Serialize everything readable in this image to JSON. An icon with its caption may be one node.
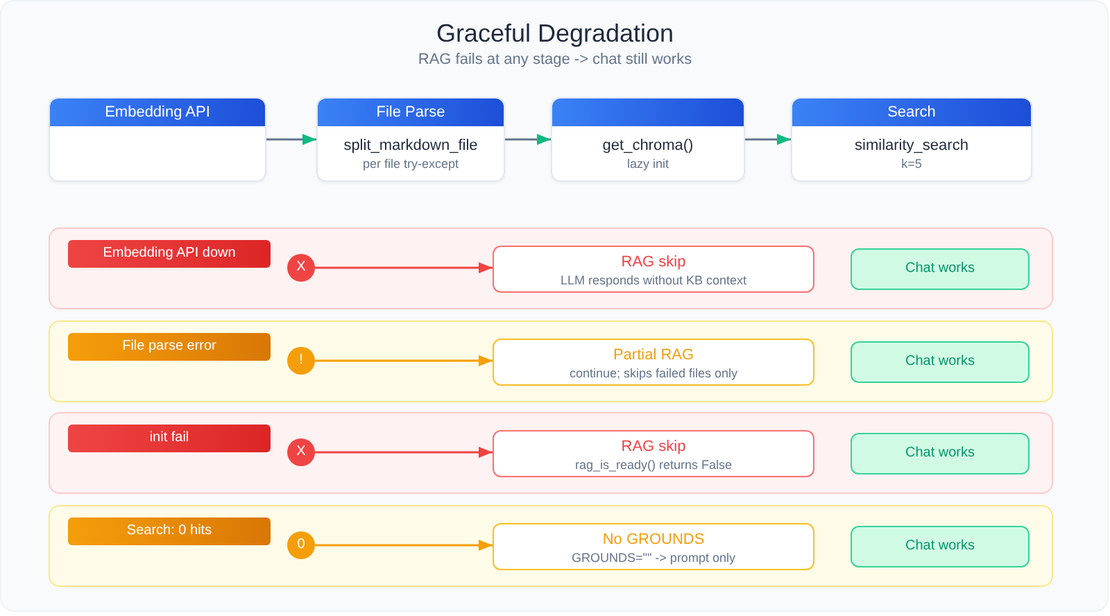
{
  "diagram": {
    "title": "Graceful Degradation",
    "caption": "RAG fails at any stage -> chat still works",
    "nodes": [
      {
        "text": [
          "Embedding API"
        ]
      },
      {
        "text": [
          "File Parse",
          "split_markdown_file",
          "per file try-except"
        ]
      },
      {
        "text": [
          "get_chroma()",
          "lazy init"
        ]
      },
      {
        "text": [
          "Search",
          "similarity_search",
          "k=5"
        ]
      },
      {
        "text": [],
        "shape": "box"
      },
      {
        "text": [
          "Embedding API down"
        ],
        "in": 4
      },
      {
        "text": [
          "X"
        ],
        "in": 4
      },
      {
        "text": [
          "RAG skip",
          "LLM responds without KB context"
        ],
        "in": 4
      },
      {
        "text": [
          "Chat works"
        ],
        "in": 4
      },
      {
        "text": [],
        "shape": "box"
      },
      {
        "text": [
          "File parse error"
        ],
        "in": 9
      },
      {
        "text": [
          "!"
        ],
        "in": 9
      },
      {
        "text": [
          "Partial RAG",
          "continue; skips failed files only"
        ],
        "in": 9
      },
      {
        "text": [
          "Chat works"
        ],
        "in": 9
      },
      {
        "text": [],
        "shape": "box"
      },
      {
        "text": [
          "init fail"
        ],
        "in": 14
      },
      {
        "text": [
          "X"
        ],
        "in": 14
      },
      {
        "text": [
          "RAG skip",
          "rag_is_ready() returns False"
        ],
        "in": 14
      },
      {
        "text": [
          "Chat works"
        ],
        "in": 14
      },
      {
        "text": [],
        "shape": "box"
      },
      {
        "text": [
          "Search: 0 hits"
        ],
        "in": 19
      },
      {
        "text": [
          "0"
        ],
        "in": 19
      },
      {
        "text": [
          "No GROUNDS",
          "GROUNDS=\"\" -> prompt only"
        ],
        "in": 19
      },
      {
        "text": [
          "Chat works"
        ],
        "in": 19
      }
    ],
    "edges": [
      {
        "from": 0,
        "to": 1,
        "arrow": "to"
      },
      {
        "from": 1,
        "to": 2,
        "arrow": "to"
      },
      {
        "from": 2,
        "to": 3,
        "arrow": "to"
      },
      {
        "from": 6,
        "to": 7,
        "arrow": "to",
        "color": "#ef4444"
      },
      {
        "from": 11,
        "to": 12,
        "arrow": "to",
        "color": "#f59e0b"
      },
      {
        "from": 16,
        "to": 17,
        "arrow": "to",
        "color": "#ef4444"
      },
      {
        "from": 21,
        "to": 22,
        "arrow": "to",
        "color": "#f59e0b"
      }
    ]
  }
}
